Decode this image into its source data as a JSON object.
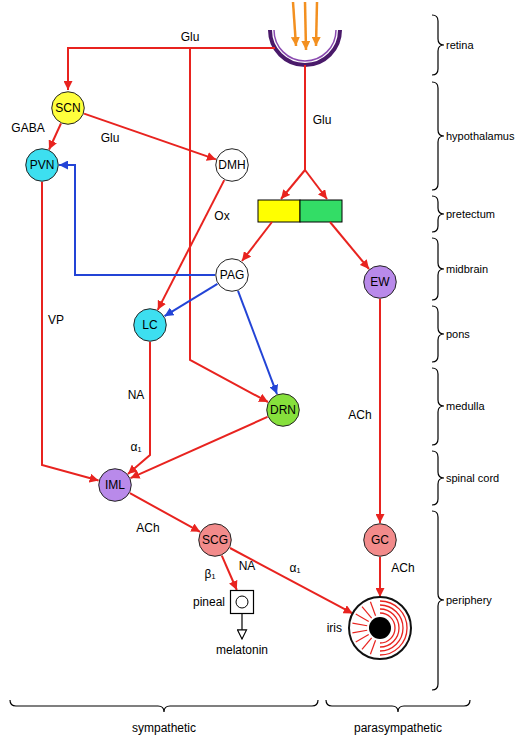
{
  "diagram": {
    "nodes": [
      {
        "text": [
          "SCN"
        ]
      },
      {
        "text": [
          "PVN"
        ]
      },
      {
        "text": [
          "DMH"
        ]
      },
      {
        "text": [
          "PAG"
        ]
      },
      {
        "text": [
          "EW"
        ]
      },
      {
        "text": [
          "LC"
        ]
      },
      {
        "text": [
          "DRN"
        ]
      },
      {
        "text": [
          "IML"
        ]
      },
      {
        "text": [
          "SCG"
        ]
      },
      {
        "text": [
          "GC"
        ]
      },
      {
        "text": [
          "pineal"
        ]
      },
      {
        "text": [
          "iris"
        ]
      }
    ],
    "edges": [
      {
        "from": 0,
        "to": 1,
        "arrow": "to",
        "label": "GABA"
      },
      {
        "from": 0,
        "to": 2,
        "arrow": "to",
        "label": "Glu"
      },
      {
        "from": 2,
        "to": 5,
        "arrow": "to",
        "label": "Ox"
      },
      {
        "from": 3,
        "to": 1,
        "arrow": "to"
      },
      {
        "from": 3,
        "to": 5,
        "arrow": "to"
      },
      {
        "from": 3,
        "to": 6,
        "arrow": "to"
      },
      {
        "from": 1,
        "to": 7,
        "arrow": "to",
        "label": "VP"
      },
      {
        "from": 5,
        "to": 7,
        "arrow": "to",
        "label": "NA"
      },
      {
        "from": 6,
        "to": 7,
        "arrow": "to"
      },
      {
        "from": 7,
        "to": 8,
        "arrow": "to",
        "label": "ACh"
      },
      {
        "from": 4,
        "to": 9,
        "arrow": "to",
        "label": "ACh"
      },
      {
        "from": 8,
        "to": 10,
        "arrow": "to",
        "label": "β₁"
      },
      {
        "from": 8,
        "to": 11,
        "arrow": "to",
        "label": "α₁"
      },
      {
        "from": 9,
        "to": 11,
        "arrow": "to",
        "label": "ACh"
      }
    ],
    "labels": [
      "Glu",
      "Glu",
      "α₁",
      "NA",
      "melatonin",
      "retina",
      "hypothalamus",
      "pretectum",
      "midbrain",
      "pons",
      "medulla",
      "spinal cord",
      "periphery",
      "sympathetic",
      "parasympathetic"
    ]
  }
}
